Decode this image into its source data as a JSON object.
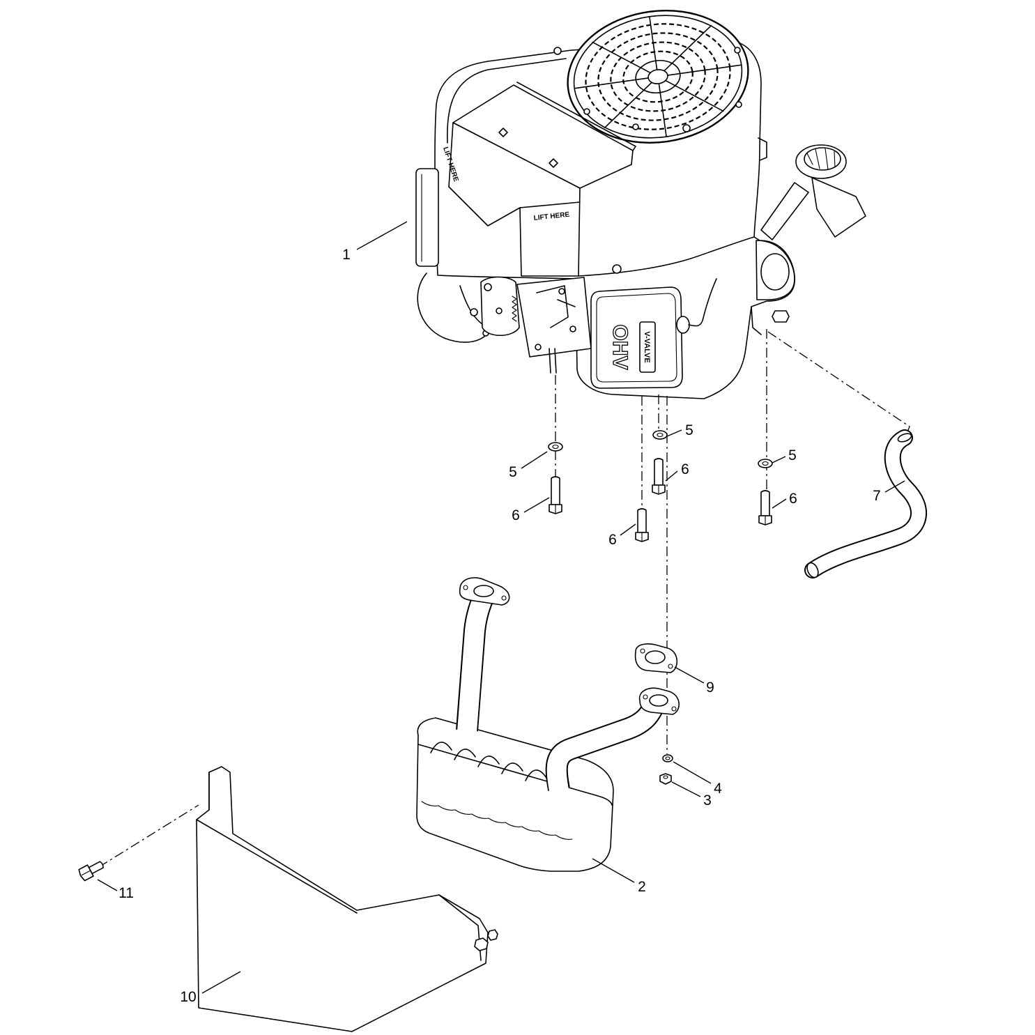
{
  "callouts": [
    "1",
    "5",
    "6",
    "5",
    "6",
    "6",
    "5",
    "6",
    "7",
    "9",
    "4",
    "3",
    "2",
    "11",
    "10"
  ],
  "engine_markings": {
    "lift_here_side": "LIFT HERE",
    "lift_here_front": "LIFT HERE",
    "ohv": "OHV",
    "v_valve": "V-VALVE"
  }
}
